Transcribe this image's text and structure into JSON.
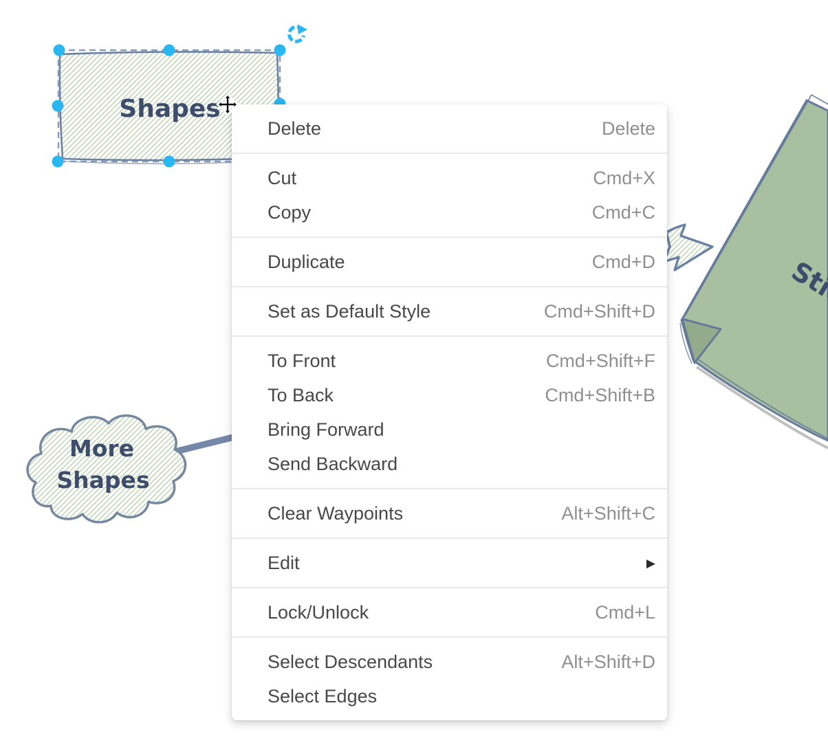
{
  "canvas": {
    "rect_shape": {
      "label": "Shapes"
    },
    "cloud_shape": {
      "label_line1": "More",
      "label_line2": "Shapes"
    },
    "sticky_note": {
      "label": "Stic"
    },
    "colors": {
      "handle_blue": "#29b6f2",
      "selection_dash": "#8a9bb4",
      "shape_outline": "#6b81a4",
      "hatch_green": "#b9d2ae",
      "connector": "#7588a8",
      "note_fill": "#a9c0a0",
      "note_fold": "#93ab8a",
      "note_outline": "#64799c",
      "shape_text": "#3d4d6b"
    }
  },
  "context_menu": {
    "submenu_arrow": "▶",
    "groups": [
      {
        "items": [
          {
            "label": "Delete",
            "shortcut": "Delete"
          }
        ]
      },
      {
        "items": [
          {
            "label": "Cut",
            "shortcut": "Cmd+X"
          },
          {
            "label": "Copy",
            "shortcut": "Cmd+C"
          }
        ]
      },
      {
        "items": [
          {
            "label": "Duplicate",
            "shortcut": "Cmd+D"
          }
        ]
      },
      {
        "items": [
          {
            "label": "Set as Default Style",
            "shortcut": "Cmd+Shift+D"
          }
        ]
      },
      {
        "items": [
          {
            "label": "To Front",
            "shortcut": "Cmd+Shift+F"
          },
          {
            "label": "To Back",
            "shortcut": "Cmd+Shift+B"
          },
          {
            "label": "Bring Forward",
            "shortcut": ""
          },
          {
            "label": "Send Backward",
            "shortcut": ""
          }
        ]
      },
      {
        "items": [
          {
            "label": "Clear Waypoints",
            "shortcut": "Alt+Shift+C"
          }
        ]
      },
      {
        "items": [
          {
            "label": "Edit",
            "shortcut": "",
            "submenu": true
          }
        ]
      },
      {
        "items": [
          {
            "label": "Lock/Unlock",
            "shortcut": "Cmd+L"
          }
        ]
      },
      {
        "items": [
          {
            "label": "Select Descendants",
            "shortcut": "Alt+Shift+D"
          },
          {
            "label": "Select Edges",
            "shortcut": ""
          }
        ]
      }
    ]
  }
}
